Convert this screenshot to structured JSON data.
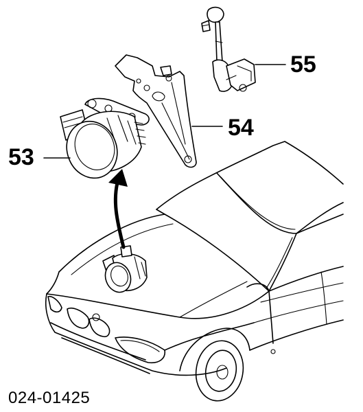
{
  "callouts": {
    "part_53": "53",
    "part_54": "54",
    "part_55": "55"
  },
  "diagram_code": "024-01425"
}
